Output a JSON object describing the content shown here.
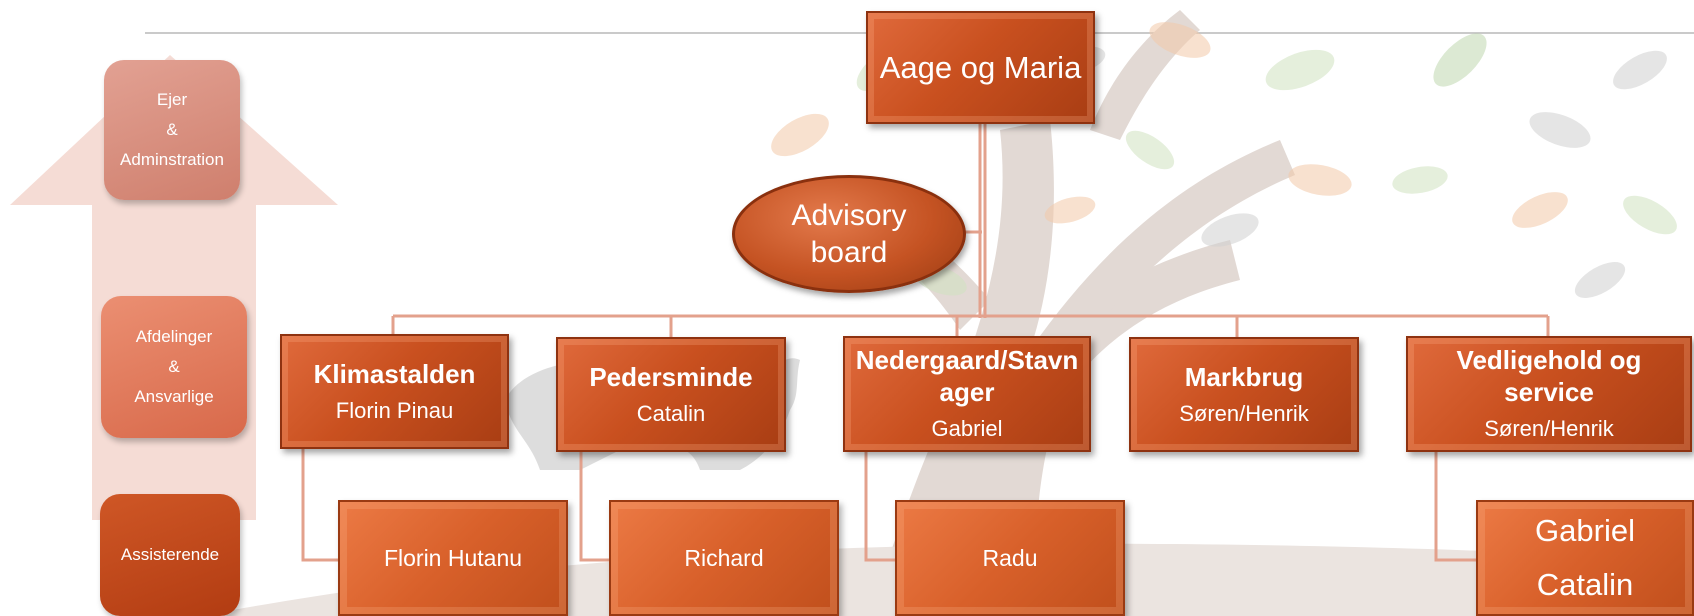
{
  "colors": {
    "primary": "#c9501f",
    "level_top": "#d98f82",
    "level_middle": "#e07c62",
    "level_bottom": "#c2461a",
    "connector": "#e0a090"
  },
  "levels": [
    {
      "label": "Ejer\n&\nAdminstration"
    },
    {
      "label": "Afdelinger\n&\nAnsvarlige"
    },
    {
      "label": "Assisterende"
    }
  ],
  "top_node": {
    "label": "Aage og Maria"
  },
  "advisory": {
    "label": "Advisory\nboard"
  },
  "departments": [
    {
      "title": "Klimastalden",
      "responsible": "Florin Pinau"
    },
    {
      "title": "Pedersminde",
      "responsible": "Catalin"
    },
    {
      "title": "Nedergaard/Stavnager",
      "responsible": "Gabriel"
    },
    {
      "title": "Markbrug",
      "responsible": "Søren/Henrik"
    },
    {
      "title": "Vedligehold og service",
      "responsible": "Søren/Henrik"
    }
  ],
  "assistants": [
    {
      "label": "Florin Hutanu"
    },
    {
      "label": "Richard"
    },
    {
      "label": "Radu"
    },
    {
      "label": "Gabriel",
      "label2": "Catalin"
    }
  ]
}
